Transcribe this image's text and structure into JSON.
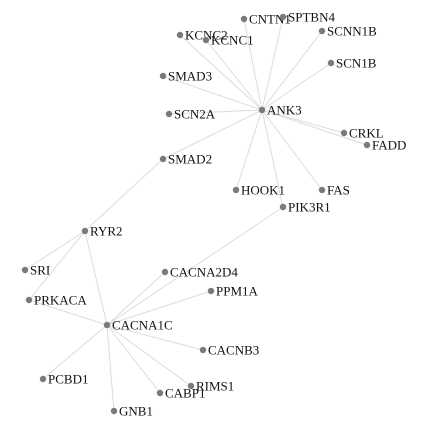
{
  "nodes": [
    {
      "id": "cntn1",
      "label": "CNTN1"
    },
    {
      "id": "sptbn4",
      "label": "SPTBN4"
    },
    {
      "id": "scnn1b",
      "label": "SCNN1B"
    },
    {
      "id": "kcnc2",
      "label": "KCNC2"
    },
    {
      "id": "kcnc1",
      "label": "KCNC1"
    },
    {
      "id": "scn1b",
      "label": "SCN1B"
    },
    {
      "id": "smad3",
      "label": "SMAD3"
    },
    {
      "id": "ank3",
      "label": "ANK3"
    },
    {
      "id": "scn2a",
      "label": "SCN2A"
    },
    {
      "id": "crkl",
      "label": "CRKL"
    },
    {
      "id": "fadd",
      "label": "FADD"
    },
    {
      "id": "smad2",
      "label": "SMAD2"
    },
    {
      "id": "hook1",
      "label": "HOOK1"
    },
    {
      "id": "fas",
      "label": "FAS"
    },
    {
      "id": "pik3r1",
      "label": "PIK3R1"
    },
    {
      "id": "ryr2",
      "label": "RYR2"
    },
    {
      "id": "sri",
      "label": "SRI"
    },
    {
      "id": "cacna2d4",
      "label": "CACNA2D4"
    },
    {
      "id": "ppm1a",
      "label": "PPM1A"
    },
    {
      "id": "prkaca",
      "label": "PRKACA"
    },
    {
      "id": "cacna1c",
      "label": "CACNA1C"
    },
    {
      "id": "cacnb3",
      "label": "CACNB3"
    },
    {
      "id": "pcbd1",
      "label": "PCBD1"
    },
    {
      "id": "cabp1",
      "label": "CABP1"
    },
    {
      "id": "rims1",
      "label": "RIMS1"
    },
    {
      "id": "gnb1",
      "label": "GNB1"
    }
  ],
  "edges": [
    [
      "ank3",
      "cntn1"
    ],
    [
      "ank3",
      "sptbn4"
    ],
    [
      "ank3",
      "scnn1b"
    ],
    [
      "ank3",
      "kcnc2"
    ],
    [
      "ank3",
      "kcnc1"
    ],
    [
      "ank3",
      "scn1b"
    ],
    [
      "ank3",
      "smad3"
    ],
    [
      "ank3",
      "scn2a"
    ],
    [
      "ank3",
      "crkl"
    ],
    [
      "ank3",
      "fadd"
    ],
    [
      "ank3",
      "smad2"
    ],
    [
      "ank3",
      "hook1"
    ],
    [
      "ank3",
      "fas"
    ],
    [
      "ank3",
      "pik3r1"
    ],
    [
      "smad2",
      "ryr2"
    ],
    [
      "ryr2",
      "sri"
    ],
    [
      "ryr2",
      "prkaca"
    ],
    [
      "ryr2",
      "cacna1c"
    ],
    [
      "cacna1c",
      "pik3r1"
    ],
    [
      "cacna1c",
      "cacna2d4"
    ],
    [
      "cacna1c",
      "ppm1a"
    ],
    [
      "cacna1c",
      "prkaca"
    ],
    [
      "cacna1c",
      "cacnb3"
    ],
    [
      "cacna1c",
      "pcbd1"
    ],
    [
      "cacna1c",
      "cabp1"
    ],
    [
      "cacna1c",
      "rims1"
    ],
    [
      "cacna1c",
      "gnb1"
    ]
  ]
}
